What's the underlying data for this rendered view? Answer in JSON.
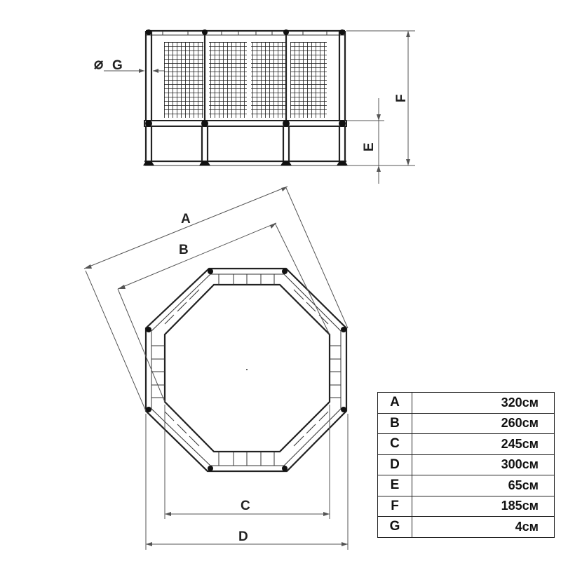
{
  "labels": {
    "diameter": "G",
    "diameter_symbol": "⌀",
    "height": "F",
    "enclosure_height": "E",
    "diag_outer": "A",
    "diag_inner": "B",
    "width_inner": "C",
    "width_outer": "D"
  },
  "specs": [
    {
      "key": "A",
      "value": "320см"
    },
    {
      "key": "B",
      "value": "260см"
    },
    {
      "key": "C",
      "value": "245см"
    },
    {
      "key": "D",
      "value": "300см"
    },
    {
      "key": "E",
      "value": "65см"
    },
    {
      "key": "F",
      "value": "185см"
    },
    {
      "key": "G",
      "value": "4см"
    }
  ]
}
